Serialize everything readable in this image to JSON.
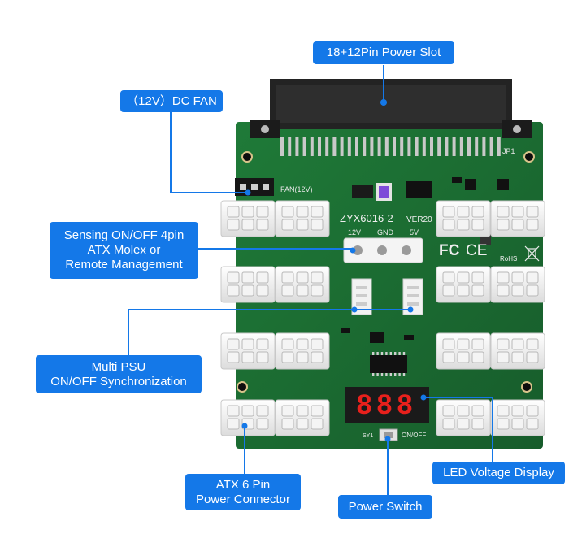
{
  "callouts": {
    "power_slot": "18+12Pin Power Slot",
    "dc_fan": "（12V）DC FAN",
    "sensing": [
      "Sensing ON/OFF 4pin",
      "ATX Molex or",
      "Remote Management"
    ],
    "multi_psu": [
      "Multi PSU",
      "ON/OFF Synchronization"
    ],
    "atx6": [
      "ATX 6 Pin",
      "Power Connector"
    ],
    "power_switch": "Power Switch",
    "led_display": "LED Voltage Display"
  },
  "board": {
    "model": "ZYX6016-2",
    "version": "VER20",
    "fan_label": "FAN(12V)",
    "jp1": "JP1",
    "molex_labels": [
      "12V",
      "GND",
      "5V"
    ],
    "fc_mark": "FC",
    "ce_mark": "CE",
    "rohs_mark": "RoHS",
    "switch_label": "ON/OFF",
    "switch_ref": "SY1",
    "display_text": "888"
  },
  "colors": {
    "callout": "#1478e8",
    "pcb": "#1c6f33",
    "connector": "#ffffff",
    "slot": "#222222",
    "display": "#1a1a1a",
    "segment": "#e8201c",
    "leader": "#1478e8"
  }
}
